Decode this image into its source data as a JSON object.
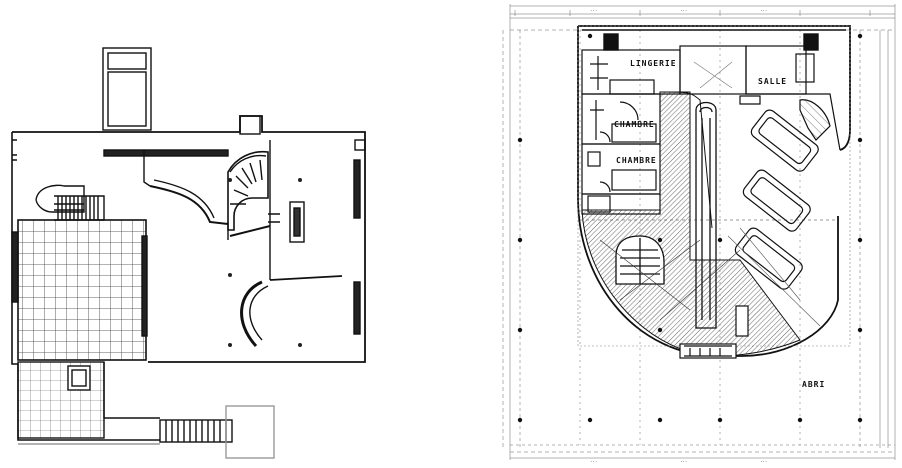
{
  "left_plan": {},
  "right_plan": {
    "room_labels": {
      "lingerie": "LINGERIE",
      "salle": "SALLE",
      "chambre_upper": "CHAMBRE",
      "chambre_lower": "CHAMBRE",
      "abri": "ABRI"
    }
  }
}
